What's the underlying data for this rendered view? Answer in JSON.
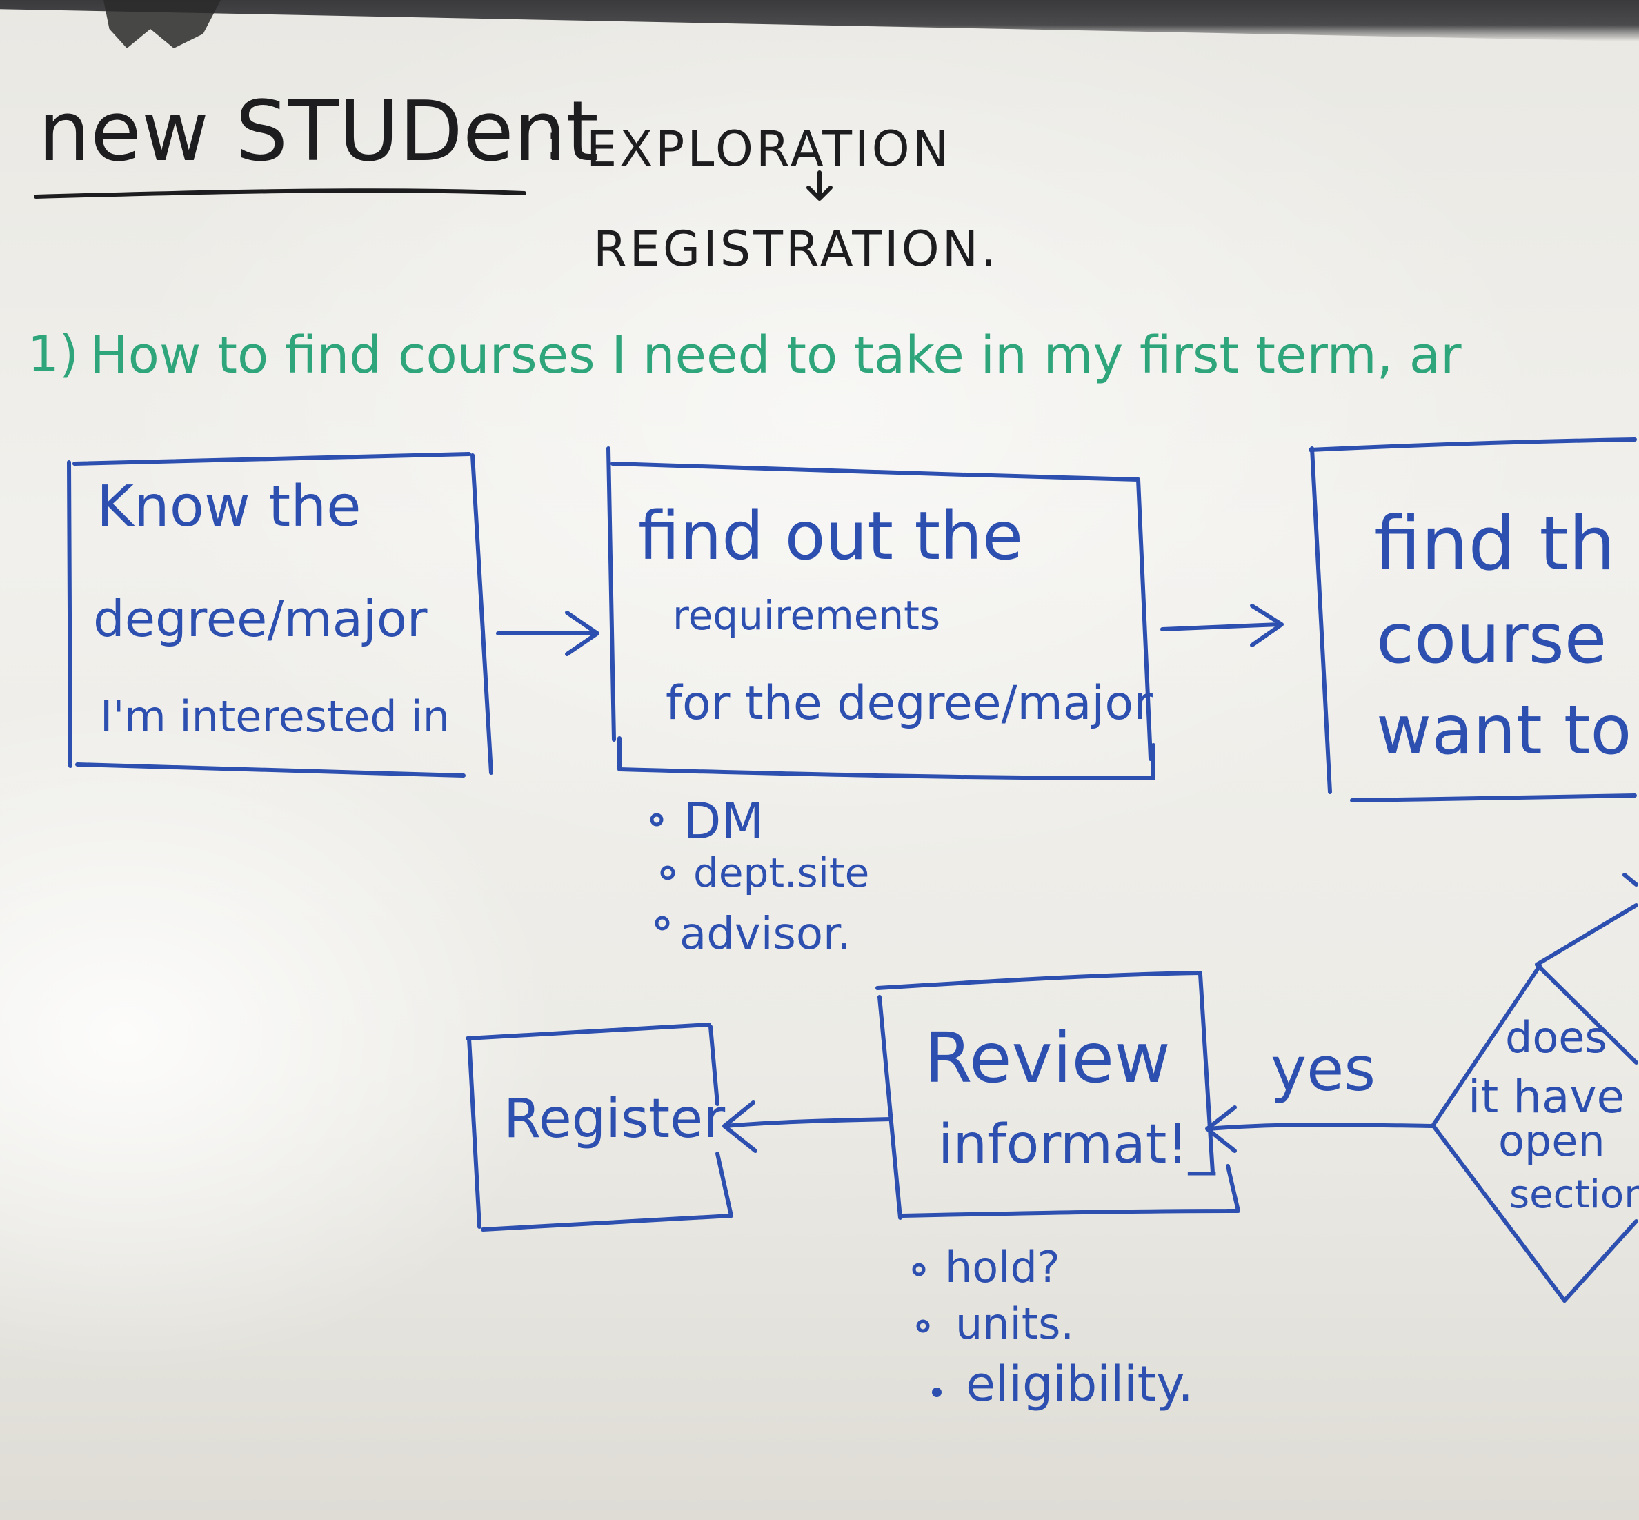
{
  "heading": {
    "title": "new STUDent",
    "separator": ":",
    "stage_from": "EXPLORATION",
    "stage_to": "REGISTRATION."
  },
  "question": {
    "number": "1)",
    "text": "How to find courses I need to take in my first term, ar"
  },
  "flow": {
    "box1": [
      "Know the",
      "degree/major",
      "I'm interested in"
    ],
    "box2": [
      "find out the",
      "requirements",
      "for the degree/major"
    ],
    "box2_notes": [
      "DM",
      "dept.site",
      "advisor."
    ],
    "box3": [
      "find th",
      "course",
      "want to t"
    ],
    "decision": [
      "does",
      "it have",
      "open",
      "sections"
    ],
    "yes_label": "yes",
    "box4": [
      "Review",
      "informat!_"
    ],
    "box4_notes": [
      "hold?",
      "units.",
      "eligibility."
    ],
    "box5": [
      "Register"
    ]
  },
  "colors": {
    "black_marker": "#1d1c1f",
    "green_marker": "#2fa57c",
    "blue_marker": "#2c4fb0",
    "board": "#ecebe6"
  }
}
